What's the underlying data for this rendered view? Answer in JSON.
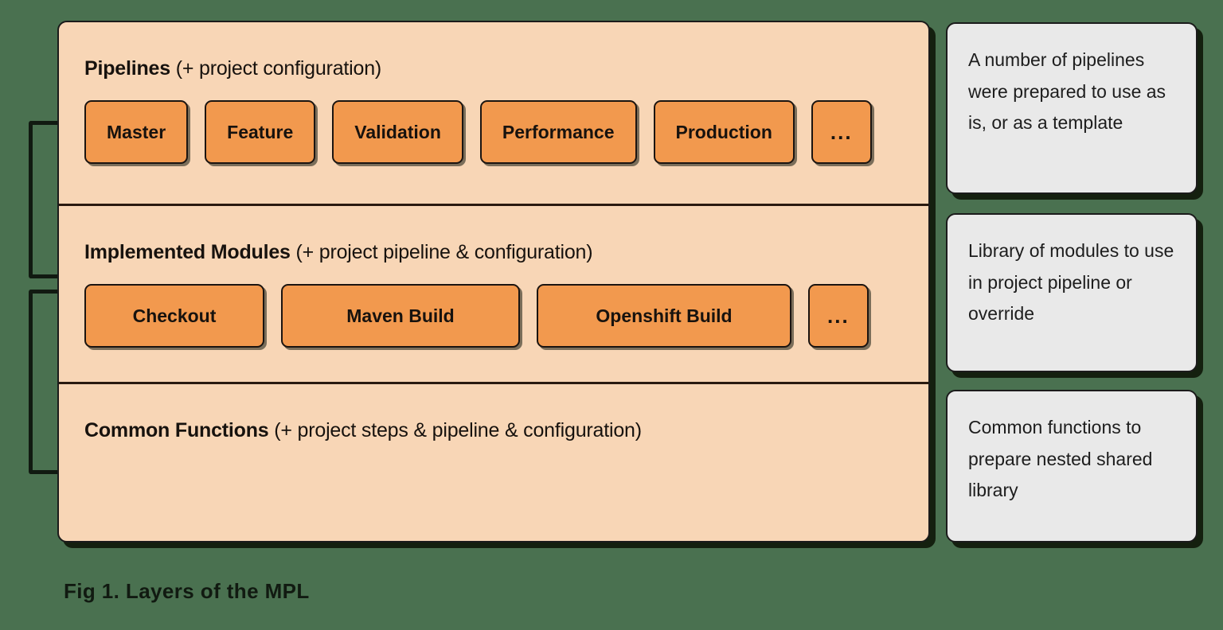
{
  "diagram": {
    "caption": "Fig 1. Layers of the MPL",
    "colors": {
      "background": "#4a7150",
      "panel_fill": "#f8d6b6",
      "chip_fill": "#f2994e",
      "note_fill": "#e9e9e9",
      "outline": "#1b1b1b",
      "shadow": "#14200f"
    },
    "layers": [
      {
        "title_strong": "Pipelines",
        "title_rest": " (+ project configuration)",
        "items": [
          "Master",
          "Feature",
          "Validation",
          "Performance",
          "Production",
          "..."
        ]
      },
      {
        "title_strong": "Implemented Modules",
        "title_rest": " (+ project pipeline & configuration)",
        "items": [
          "Checkout",
          "Maven Build",
          "Openshift Build",
          "..."
        ]
      },
      {
        "title_strong": "Common Functions",
        "title_rest": " (+ project steps & pipeline & configuration)",
        "items": []
      }
    ],
    "notes": [
      "A number of pipelines were prepared to use as is, or as a template",
      "Library of modules to use in project pipeline or override",
      "Common functions to prepare nested shared library"
    ]
  }
}
